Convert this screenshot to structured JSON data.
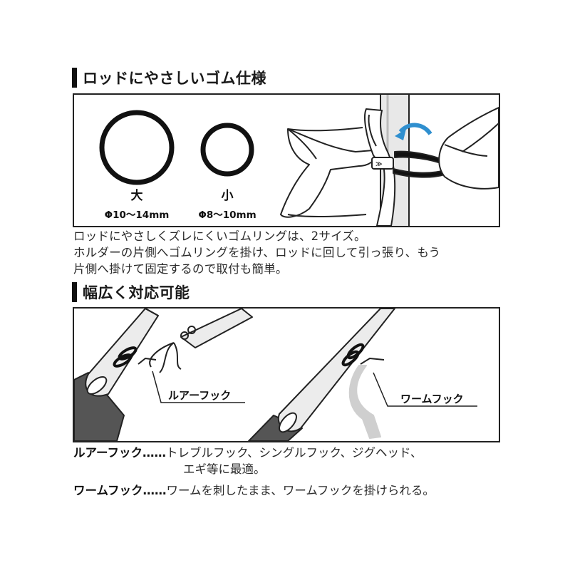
{
  "section1": {
    "heading": "ロッドにやさしいゴム仕様",
    "large_label": "大",
    "large_size": "Φ10～14mm",
    "small_label": "小",
    "small_size": "Φ8～10mm",
    "paragraph": [
      "ロッドにやさしくズレにくいゴムリングは、2サイズ。",
      "ホルダーの片側へゴムリングを掛け、ロッドに回して引っ張り、もう",
      "片側へ掛けて固定するので取付も簡単。"
    ]
  },
  "section2": {
    "heading": "幅広く対応可能",
    "callout_lure": "ルアーフック",
    "callout_worm": "ワームフック",
    "desc1_term": "ルアーフック……",
    "desc1_text": "トレブルフック、シングルフック、ジグヘッド、",
    "desc1_cont": "エギ等に最適。",
    "desc2_term": "ワームフック……",
    "desc2_text": "ワームを刺したまま、ワームフックを掛けられる。"
  },
  "colors": {
    "accent_arrow": "#2f8fcf",
    "ink": "#111111",
    "rod_grip": "#555555"
  },
  "icons": [
    "ring-large-icon",
    "ring-small-icon",
    "rotate-arrow-icon"
  ]
}
